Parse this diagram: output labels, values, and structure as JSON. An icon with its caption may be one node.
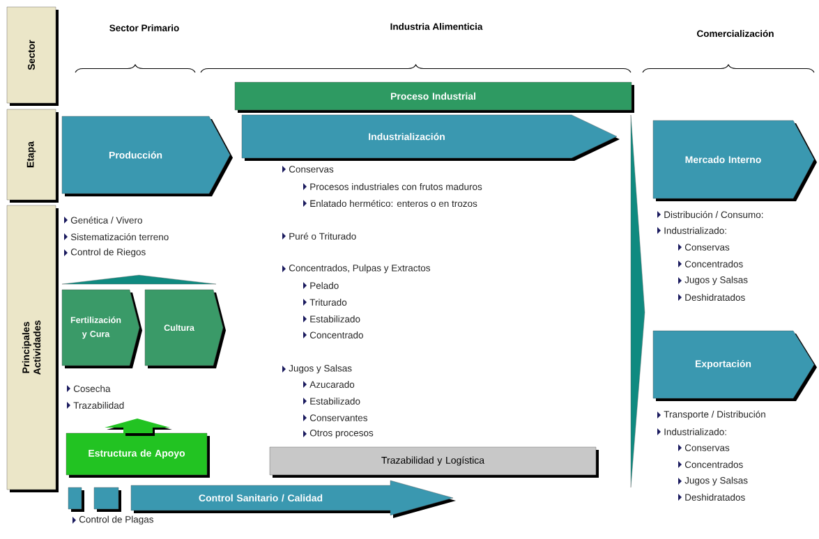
{
  "diagram": {
    "nodes": [
      {
        "text": [
          "Sector"
        ]
      },
      {
        "text": [
          "Etapa"
        ]
      },
      {
        "text": [
          "Principales Actividades"
        ]
      },
      {
        "text": [
          "Proceso Industrial"
        ]
      },
      {
        "text": [
          "Producción"
        ]
      },
      {
        "text": [
          "Industrialización"
        ]
      },
      {
        "text": [
          "Mercado Interno"
        ]
      },
      {
        "text": [
          "Exportación"
        ]
      },
      {
        "text": [
          "Fertilización y Cura"
        ]
      },
      {
        "text": [
          "Cultura"
        ]
      },
      {
        "text": [
          "Estructura de Apoyo"
        ]
      },
      {
        "text": [
          "Trazabilidad y Logística"
        ]
      },
      {
        "text": [
          "Control Sanitario / Calidad"
        ]
      },
      {
        "text": [],
        "shape": "box"
      },
      {
        "text": [],
        "shape": "box"
      },
      {
        "text": [],
        "shape": "triangle"
      },
      {
        "text": [],
        "shape": "triangle"
      }
    ],
    "labels": [
      "Sector Primario",
      "Industria Alimenticia",
      "Comercialización",
      "Genética / Vivero",
      "Sistematización terreno",
      "Control de Riegos",
      "Cosecha",
      "Trazabilidad",
      "Control de Plagas",
      "Conservas",
      "Procesos industriales con frutos maduros",
      "Enlatado hermético: enteros o en trozos",
      "Puré o Triturado",
      "Concentrados, Pulpas y Extractos",
      "Pelado",
      "Triturado",
      "Estabilizado",
      "Concentrado",
      "Jugos y Salsas",
      "Azucarado",
      "Estabilizado",
      "Conservantes",
      "Otros procesos",
      "Distribución / Consumo:",
      "Industrializado:",
      "Conservas",
      "Concentrados",
      "Jugos y Salsas",
      "Deshidratados",
      "Transporte / Distribución",
      "Industrializado:",
      "Conservas",
      "Concentrados",
      "Jugos y Salsas",
      "Deshidratados"
    ]
  }
}
